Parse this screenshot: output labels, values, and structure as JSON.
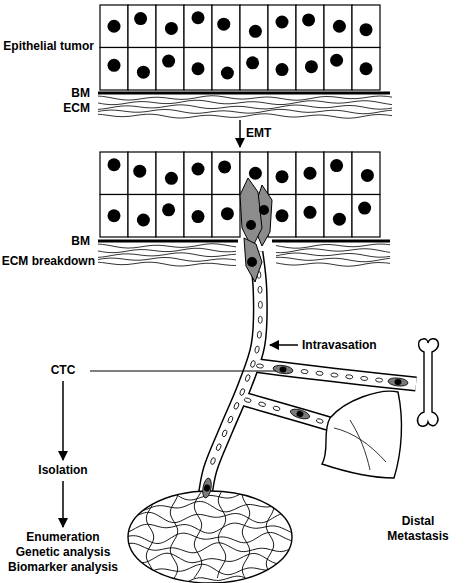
{
  "diagram": {
    "nodes": [
      {
        "text": [
          "Epithelial tumor"
        ]
      },
      {
        "text": [
          "CTC"
        ]
      },
      {
        "text": [
          "Isolation"
        ]
      },
      {
        "text": [
          "Enumeration Genetic analysis Biomarker analysis"
        ]
      }
    ],
    "edges": [
      {
        "from": 1,
        "to": 2,
        "arrow": "to"
      },
      {
        "from": 2,
        "to": 3,
        "arrow": "to"
      }
    ],
    "labels": [
      "BM",
      "ECM",
      "EMT",
      "BM",
      "ECM breakdown",
      "Intravasation",
      "Distal Metastasis"
    ]
  }
}
